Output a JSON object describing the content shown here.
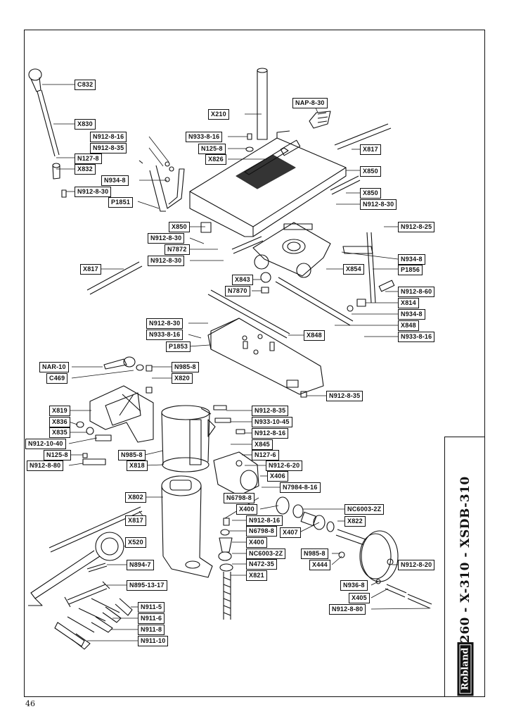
{
  "page": {
    "number": "46"
  },
  "title_block": {
    "models": "X-260 - X-310 - XSDB-310",
    "brand": "Robland"
  },
  "parts": [
    {
      "id": "C832",
      "label": "C832"
    },
    {
      "id": "X830",
      "label": "X830"
    },
    {
      "id": "N912-8-16-a",
      "label": "N912-8-16"
    },
    {
      "id": "N912-8-35-a",
      "label": "N912-8-35"
    },
    {
      "id": "N127-8-a",
      "label": "N127-8"
    },
    {
      "id": "X832",
      "label": "X832"
    },
    {
      "id": "N934-8-a",
      "label": "N934-8"
    },
    {
      "id": "N912-8-30-a",
      "label": "N912-8-30"
    },
    {
      "id": "P1851",
      "label": "P1851"
    },
    {
      "id": "X210",
      "label": "X210"
    },
    {
      "id": "NAP-8-30",
      "label": "NAP-8-30"
    },
    {
      "id": "N933-8-16-a",
      "label": "N933-8-16"
    },
    {
      "id": "N125-8-a",
      "label": "N125-8"
    },
    {
      "id": "X826",
      "label": "X826"
    },
    {
      "id": "X817-a",
      "label": "X817"
    },
    {
      "id": "X850-a",
      "label": "X850"
    },
    {
      "id": "X850-b",
      "label": "X850"
    },
    {
      "id": "N912-8-30-b",
      "label": "N912-8-30"
    },
    {
      "id": "X850-c",
      "label": "X850"
    },
    {
      "id": "N912-8-30-c",
      "label": "N912-8-30"
    },
    {
      "id": "N7872",
      "label": "N7872"
    },
    {
      "id": "N912-8-30-d",
      "label": "N912-8-30"
    },
    {
      "id": "N912-8-25",
      "label": "N912-8-25"
    },
    {
      "id": "N934-8-b",
      "label": "N934-8"
    },
    {
      "id": "P1856",
      "label": "P1856"
    },
    {
      "id": "X854",
      "label": "X854"
    },
    {
      "id": "X817-b",
      "label": "X817"
    },
    {
      "id": "X843",
      "label": "X843"
    },
    {
      "id": "N7870",
      "label": "N7870"
    },
    {
      "id": "N912-8-60",
      "label": "N912-8-60"
    },
    {
      "id": "X814",
      "label": "X814"
    },
    {
      "id": "N934-8-c",
      "label": "N934-8"
    },
    {
      "id": "X848-a",
      "label": "X848"
    },
    {
      "id": "N912-8-30-e",
      "label": "N912-8-30"
    },
    {
      "id": "N933-8-16-b",
      "label": "N933-8-16"
    },
    {
      "id": "X848-b",
      "label": "X848"
    },
    {
      "id": "N933-8-16-c",
      "label": "N933-8-16"
    },
    {
      "id": "P1853",
      "label": "P1853"
    },
    {
      "id": "NAR-10",
      "label": "NAR-10"
    },
    {
      "id": "N985-8-a",
      "label": "N985-8"
    },
    {
      "id": "C469",
      "label": "C469"
    },
    {
      "id": "X820",
      "label": "X820"
    },
    {
      "id": "N912-8-35-b",
      "label": "N912-8-35"
    },
    {
      "id": "X819",
      "label": "X819"
    },
    {
      "id": "N912-8-35-c",
      "label": "N912-8-35"
    },
    {
      "id": "X836",
      "label": "X836"
    },
    {
      "id": "N933-10-45",
      "label": "N933-10-45"
    },
    {
      "id": "X835",
      "label": "X835"
    },
    {
      "id": "N912-8-16-b",
      "label": "N912-8-16"
    },
    {
      "id": "N912-10-40",
      "label": "N912-10-40"
    },
    {
      "id": "X845",
      "label": "X845"
    },
    {
      "id": "N125-8-b",
      "label": "N125-8"
    },
    {
      "id": "N985-8-b",
      "label": "N985-8"
    },
    {
      "id": "N127-6",
      "label": "N127-6"
    },
    {
      "id": "N912-8-80-a",
      "label": "N912-8-80"
    },
    {
      "id": "X818",
      "label": "X818"
    },
    {
      "id": "N912-6-20",
      "label": "N912-6-20"
    },
    {
      "id": "X406",
      "label": "X406"
    },
    {
      "id": "N7984-8-16",
      "label": "N7984-8-16"
    },
    {
      "id": "X802",
      "label": "X802"
    },
    {
      "id": "N6798-8-a",
      "label": "N6798-8"
    },
    {
      "id": "X400-a",
      "label": "X400"
    },
    {
      "id": "NC6003-2Z-a",
      "label": "NC6003-2Z"
    },
    {
      "id": "N912-8-16-c",
      "label": "N912-8-16"
    },
    {
      "id": "X817-c",
      "label": "X817"
    },
    {
      "id": "X407",
      "label": "X407"
    },
    {
      "id": "X822",
      "label": "X822"
    },
    {
      "id": "N6798-8-b",
      "label": "N6798-8"
    },
    {
      "id": "X520",
      "label": "X520"
    },
    {
      "id": "X400-b",
      "label": "X400"
    },
    {
      "id": "NC6003-2Z-b",
      "label": "NC6003-2Z"
    },
    {
      "id": "N985-8-c",
      "label": "N985-8"
    },
    {
      "id": "N894-7",
      "label": "N894-7"
    },
    {
      "id": "N472-35",
      "label": "N472-35"
    },
    {
      "id": "X444",
      "label": "X444"
    },
    {
      "id": "N912-8-20",
      "label": "N912-8-20"
    },
    {
      "id": "X821",
      "label": "X821"
    },
    {
      "id": "N895-13-17",
      "label": "N895-13-17"
    },
    {
      "id": "N936-8",
      "label": "N936-8"
    },
    {
      "id": "X405",
      "label": "X405"
    },
    {
      "id": "N912-8-80-b",
      "label": "N912-8-80"
    },
    {
      "id": "N911-5",
      "label": "N911-5"
    },
    {
      "id": "N911-6",
      "label": "N911-6"
    },
    {
      "id": "N911-8",
      "label": "N911-8"
    },
    {
      "id": "N911-10",
      "label": "N911-10"
    }
  ]
}
